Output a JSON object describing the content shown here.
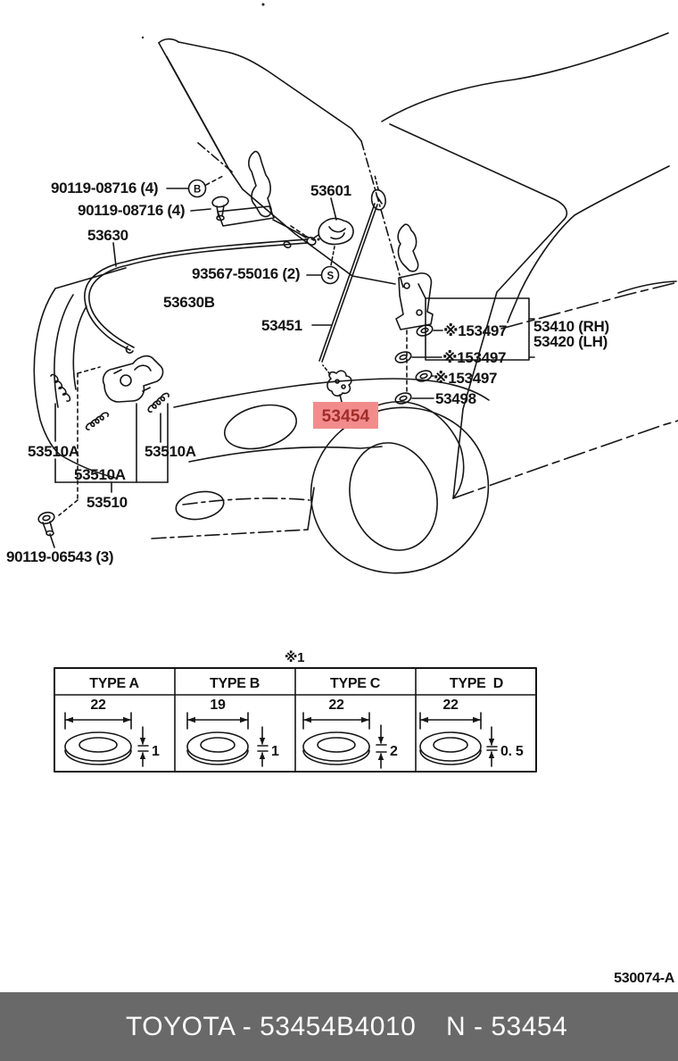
{
  "diagram": {
    "title_hidden": "",
    "labels": {
      "bolt_b": "90119-08716 (4)",
      "bolt_flange": "90119-08716 (4)",
      "cable": "53630",
      "support_clip": "53601",
      "grommet_s": "93567-55016 (2)",
      "cable_clip": "53630B",
      "support_rod": "53451",
      "washer1": "※153497",
      "washer2": "※153497",
      "washer3": "※153497",
      "hinge_rh": "53410 (RH)",
      "hinge_lh": "53420 (LH)",
      "washer4": "53498",
      "rod_grommet": "53454",
      "spring_left": "53510A",
      "spring_right": "53510A",
      "spring_mid": "53510A",
      "lock": "53510",
      "bolt_lower": "90119-06543 (3)",
      "circle_b": "B",
      "circle_s": "S"
    },
    "highlight": {
      "text_color": "#A12C2C",
      "bg_color": "#F28C8C"
    },
    "note_ref": "※1",
    "table": {
      "columns": [
        {
          "type": "TYPE A",
          "diameter": "22",
          "thickness": "1"
        },
        {
          "type": "TYPE B",
          "diameter": "19",
          "thickness": "1"
        },
        {
          "type": "TYPE C",
          "diameter": "22",
          "thickness": "2"
        },
        {
          "type": "TYPE  D",
          "diameter": "22",
          "thickness": "0. 5"
        }
      ]
    },
    "doc_number": "530074-A"
  },
  "footer": {
    "bg_color": "#696969",
    "left_text": "TOYOTA - 53454B4010",
    "right_text": "N - 53454"
  }
}
